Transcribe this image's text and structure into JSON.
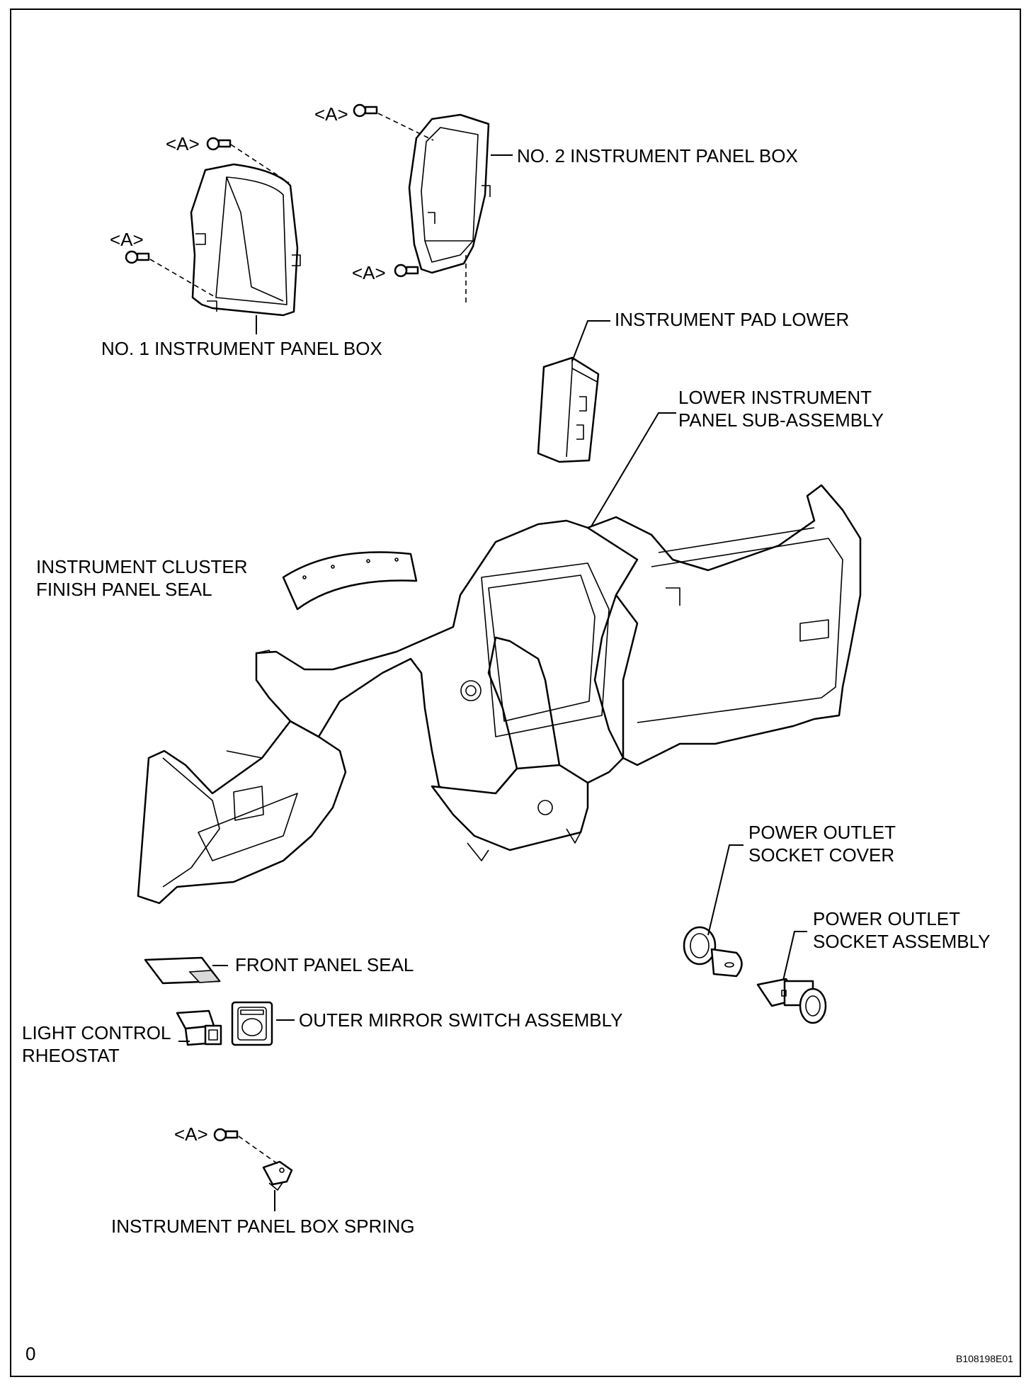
{
  "figure": {
    "corner_left": "0",
    "corner_right": "B108198E01"
  },
  "labels": {
    "no2_box": "NO. 2 INSTRUMENT PANEL BOX",
    "no1_box": "NO. 1 INSTRUMENT PANEL BOX",
    "pad_lower": "INSTRUMENT PAD LOWER",
    "lower_panel_1": "LOWER INSTRUMENT",
    "lower_panel_2": "PANEL SUB-ASSEMBLY",
    "cluster_seal_1": "INSTRUMENT CLUSTER",
    "cluster_seal_2": "FINISH PANEL SEAL",
    "socket_cover_1": "POWER OUTLET",
    "socket_cover_2": "SOCKET COVER",
    "socket_assy_1": "POWER OUTLET",
    "socket_assy_2": "SOCKET ASSEMBLY",
    "front_seal": "FRONT PANEL SEAL",
    "mirror_switch": "OUTER MIRROR SWITCH ASSEMBLY",
    "rheostat_1": "LIGHT CONTROL",
    "rheostat_2": "RHEOSTAT",
    "box_spring": "INSTRUMENT PANEL BOX SPRING",
    "screw_a": "<A>"
  }
}
